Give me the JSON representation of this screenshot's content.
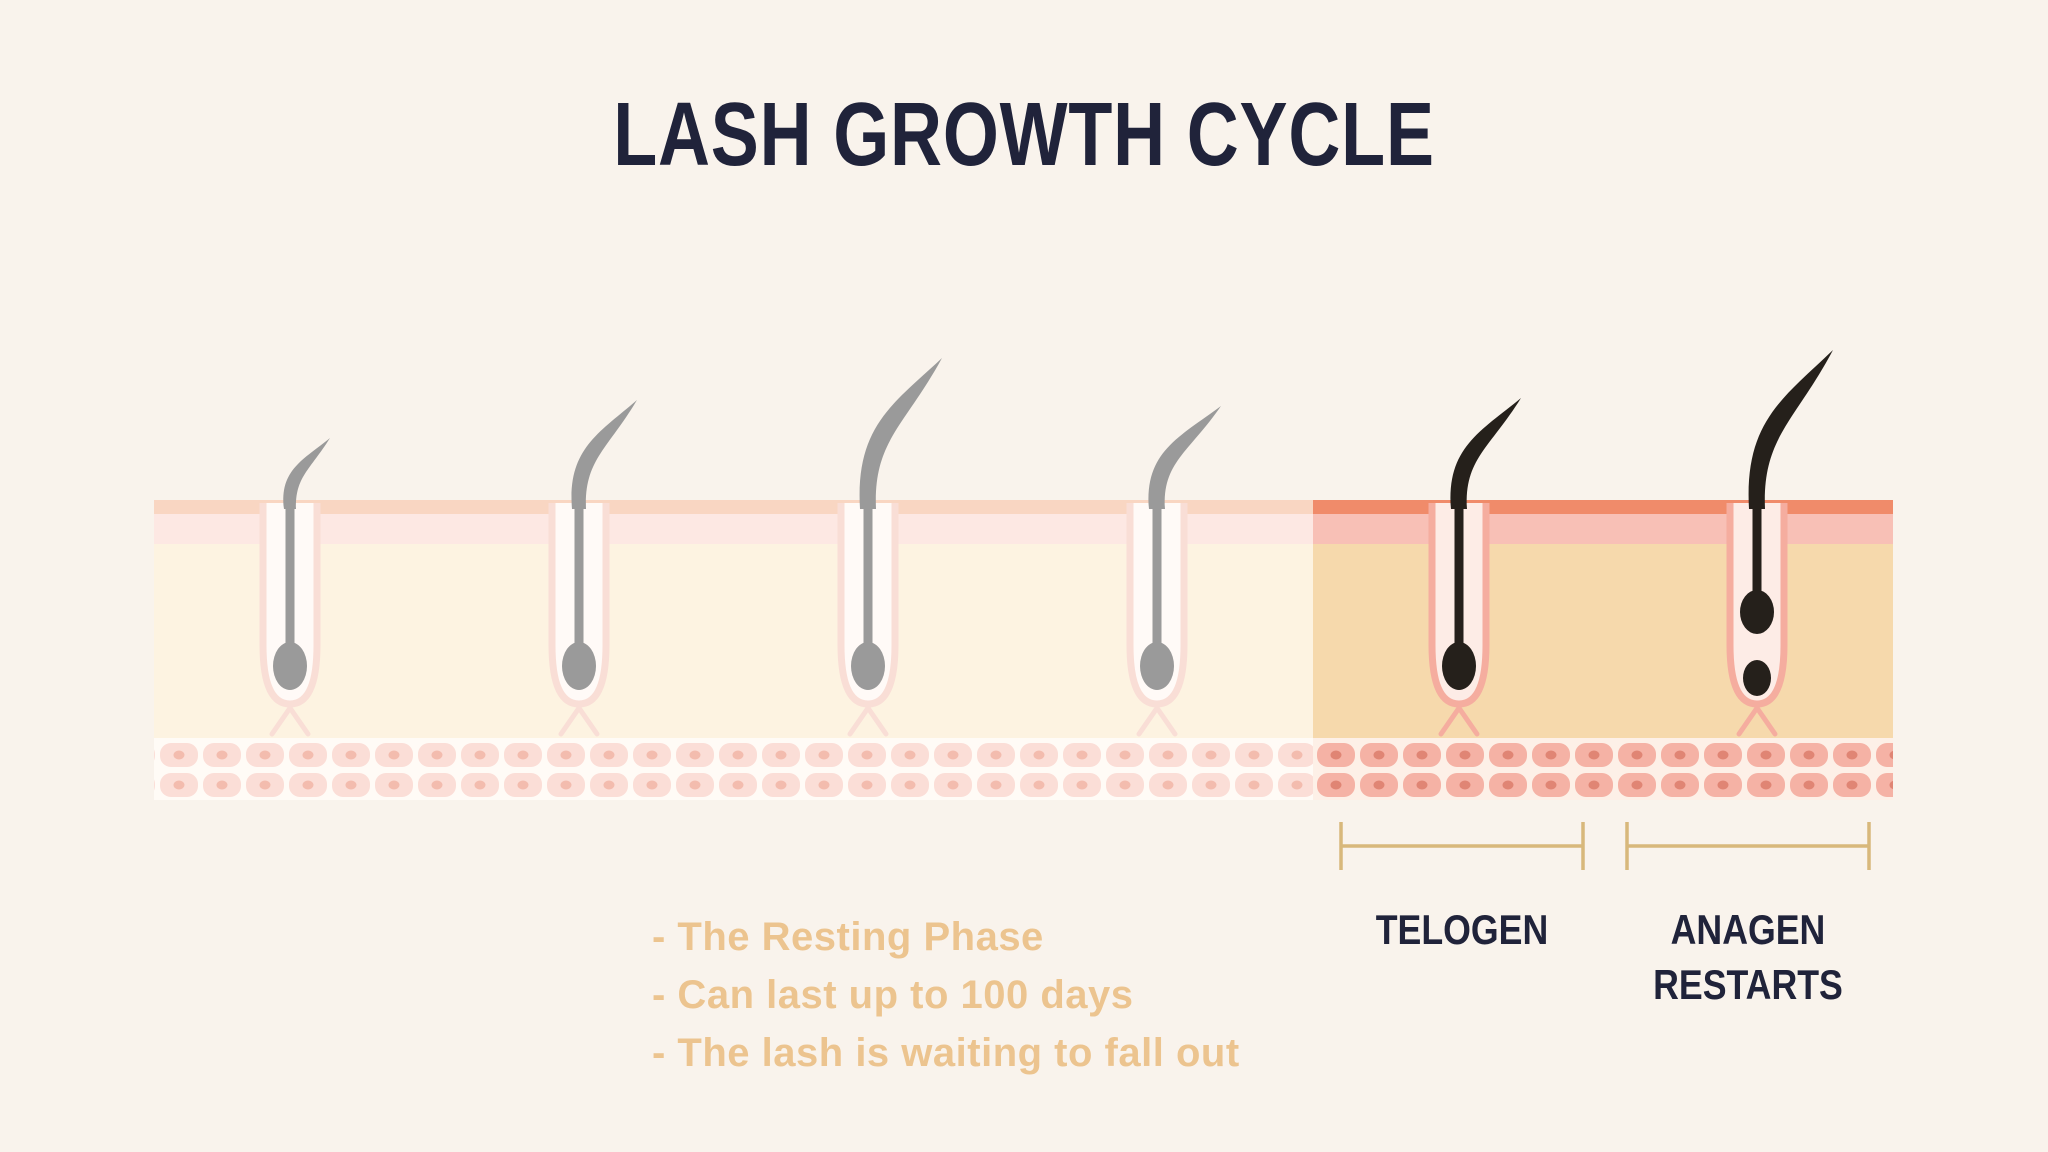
{
  "title": "LASH GROWTH CYCLE",
  "notes": {
    "items": [
      "- The Resting Phase",
      "- Can last up to 100 days",
      "- The lash is waiting to fall out"
    ]
  },
  "labels": {
    "telogen": "TELOGEN",
    "anagen_line1": "ANAGEN",
    "anagen_line2": "RESTARTS"
  },
  "colors": {
    "bg": "#f9f3ec",
    "ink": "#20233a",
    "gold": "#d8b87b",
    "note-text": "#ecc48f",
    "salmon-strong": "#f08b6a",
    "pink-strong": "#f8c0b6",
    "peach-strong": "#f6d9ac",
    "cell-strong": "#f5b2a5",
    "cell-dot-strong": "#e08574",
    "cell-bg-strong": "#fdf0e7",
    "salmon-faded": "#f9d6c2",
    "pink-faded": "#fde8e3",
    "peach-faded": "#fdf3e1",
    "cell-faded": "#fbded7",
    "cell-dot-faded": "#f3bcae",
    "cell-bg-faded": "#fffbf6",
    "hair-faded": "#9a9a9a",
    "hair-strong": "#25201b",
    "pocket-fill-faded": "#fffaf7",
    "pocket-stroke-faded": "#f9ded6",
    "pocket-fill-strong": "#fdece6",
    "pocket-stroke-strong": "#f5ad9f"
  }
}
